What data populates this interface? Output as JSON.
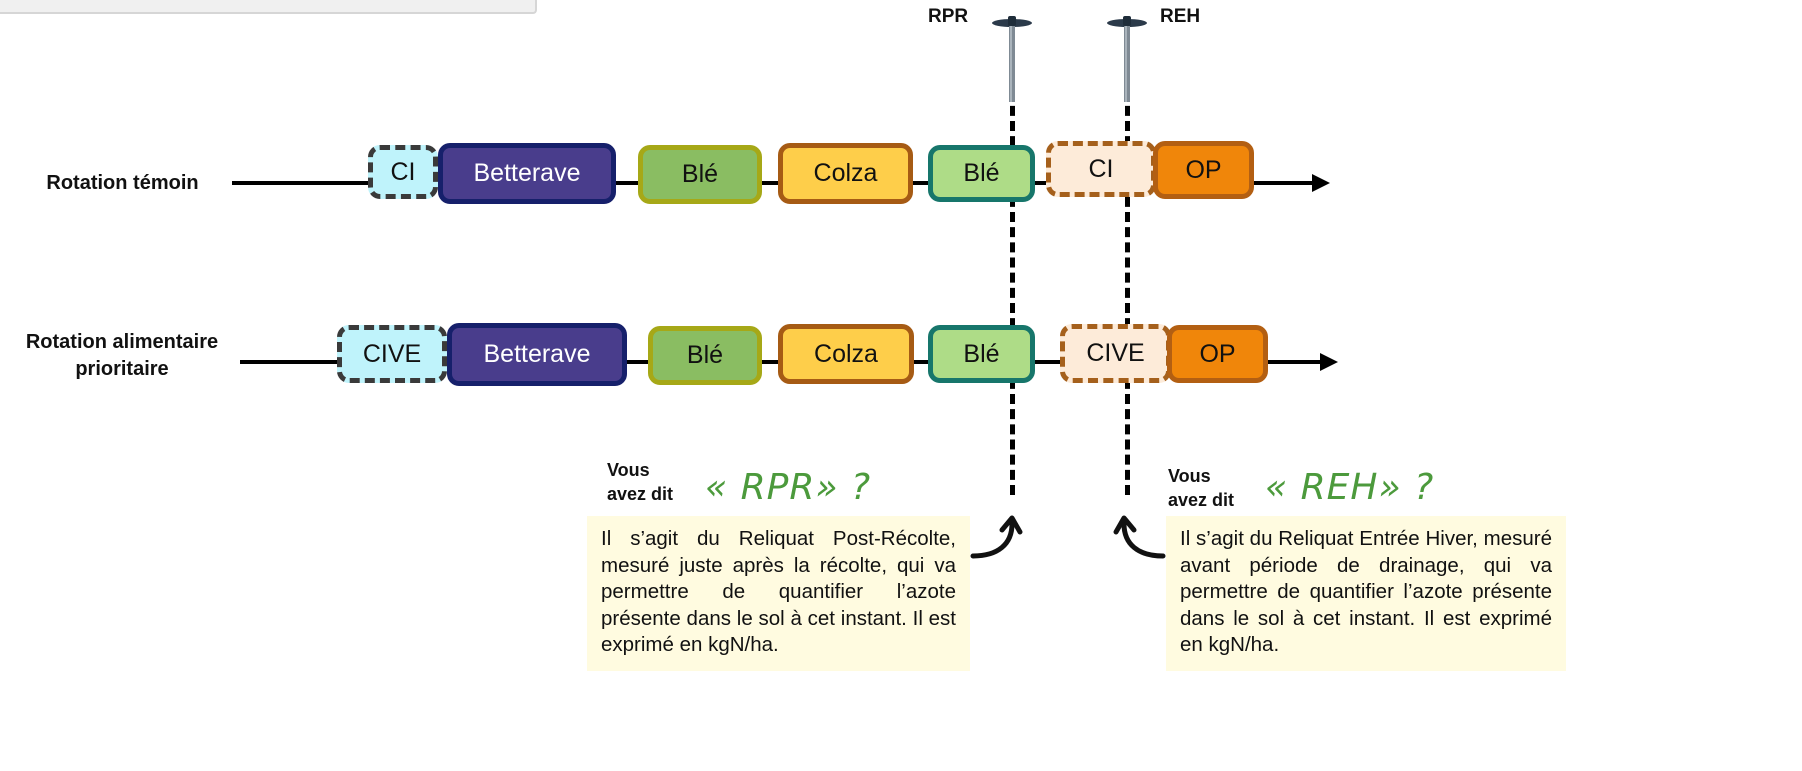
{
  "markers": [
    {
      "label": "RPR"
    },
    {
      "label": "REH"
    }
  ],
  "rows": [
    {
      "label": "Rotation témoin",
      "blocks": [
        {
          "text": "CI",
          "fill": "#bff3fb",
          "border": "#3a3a3a",
          "dashed": true
        },
        {
          "text": "Betterave",
          "fill": "#493d8c",
          "border": "#16206b",
          "dashed": false,
          "light_text": true
        },
        {
          "text": "Blé",
          "fill": "#8abd62",
          "border": "#a6a817",
          "dashed": false
        },
        {
          "text": "Colza",
          "fill": "#fece4a",
          "border": "#a65b14",
          "dashed": false
        },
        {
          "text": "Blé",
          "fill": "#aedc87",
          "border": "#17766b",
          "dashed": false
        },
        {
          "text": "CI",
          "fill": "#fdebd9",
          "border": "#a5601c",
          "dashed": true
        },
        {
          "text": "OP",
          "fill": "#f0860a",
          "border": "#b35f12",
          "dashed": false
        }
      ]
    },
    {
      "label": "Rotation alimentaire prioritaire",
      "blocks": [
        {
          "text": "CIVE",
          "fill": "#bff3fb",
          "border": "#3a3a3a",
          "dashed": true
        },
        {
          "text": "Betterave",
          "fill": "#493d8c",
          "border": "#16206b",
          "dashed": false,
          "light_text": true
        },
        {
          "text": "Blé",
          "fill": "#8abd62",
          "border": "#a6a817",
          "dashed": false
        },
        {
          "text": "Colza",
          "fill": "#fece4a",
          "border": "#a65b14",
          "dashed": false
        },
        {
          "text": "Blé",
          "fill": "#aedc87",
          "border": "#17766b",
          "dashed": false
        },
        {
          "text": "CIVE",
          "fill": "#fdebd9",
          "border": "#a5601c",
          "dashed": true
        },
        {
          "text": "OP",
          "fill": "#f0860a",
          "border": "#b35f12",
          "dashed": false
        }
      ]
    }
  ],
  "callouts": [
    {
      "vous_line1": "Vous",
      "vous_line2": "avez dit",
      "term": "« RPR» ?",
      "text": "Il s’agit du Reliquat Post-Récolte, mesuré juste après la récolte, qui va permettre de quantifier l’azote présente dans le sol à cet instant. Il est exprimé en kgN/ha."
    },
    {
      "vous_line1": "Vous",
      "vous_line2": "avez dit",
      "term": "« REH» ?",
      "text": "Il s’agit du Reliquat Entrée Hiver, mesuré avant période de drainage, qui va permettre de quantifier l’azote présente dans le sol à cet instant. Il est exprimé en kgN/ha."
    }
  ],
  "colors": {
    "accent_green": "#4c9a3c",
    "note_bg": "#fffbe0"
  }
}
